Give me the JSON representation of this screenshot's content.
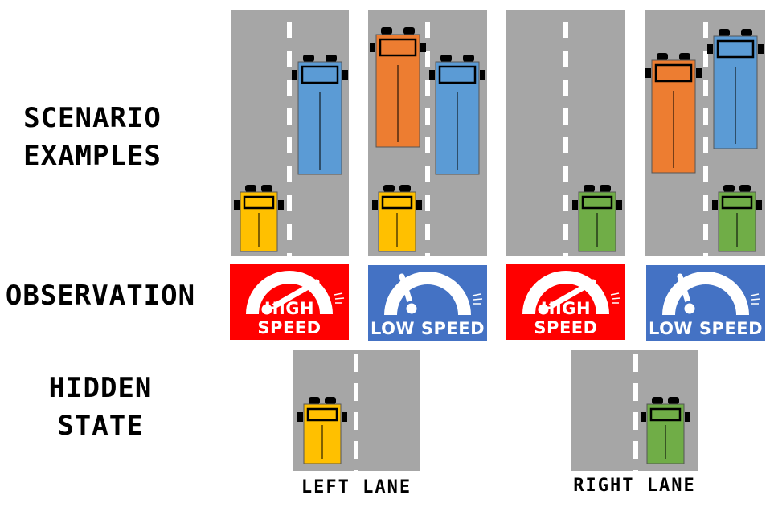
{
  "labels": {
    "scenario_line1": "SCENARIO",
    "scenario_line2": "EXAMPLES",
    "observation": "OBSERVATION",
    "hidden_line1": "HIDDEN",
    "hidden_line2": "STATE"
  },
  "observations": [
    {
      "text": "HIGH SPEED",
      "color": "#ff0000"
    },
    {
      "text": "LOW SPEED",
      "color": "#4472c4"
    },
    {
      "text": "HIGH SPEED",
      "color": "#ff0000"
    },
    {
      "text": "LOW SPEED",
      "color": "#4472c4"
    }
  ],
  "hidden_states": [
    {
      "caption": "LEFT LANE",
      "car_color": "yellow"
    },
    {
      "caption": "RIGHT LANE",
      "car_color": "green"
    }
  ],
  "colors": {
    "road": "#a6a6a6",
    "yellow": "#ffc000",
    "green": "#70ad47",
    "blue": "#5b9bd5",
    "orange": "#ed7d31",
    "high_speed": "#ff0000",
    "low_speed": "#4472c4"
  }
}
